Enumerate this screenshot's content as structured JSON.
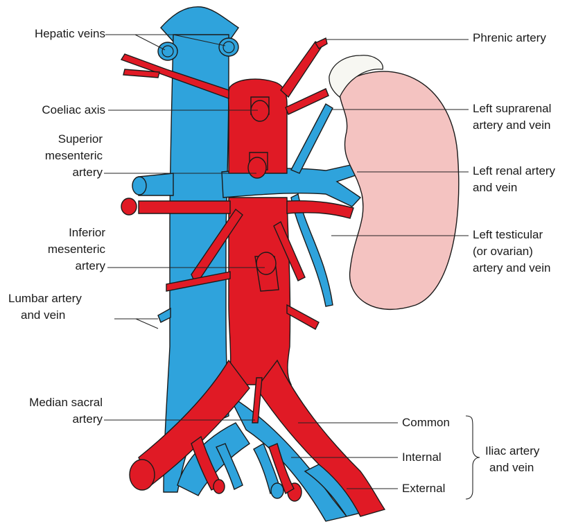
{
  "colors": {
    "vein": "#2fa3dc",
    "artery": "#e01a25",
    "kidney": "#f4c3c1",
    "adrenal": "#f7f7f2",
    "outline": "#1a1a1a"
  },
  "labels": {
    "hepatic_veins": "Hepatic veins",
    "coeliac_axis": "Coeliac axis",
    "superior_mesenteric_1": "Superior",
    "superior_mesenteric_2": "mesenteric",
    "superior_mesenteric_3": "artery",
    "inferior_mesenteric_1": "Inferior",
    "inferior_mesenteric_2": "mesenteric",
    "inferior_mesenteric_3": "artery",
    "lumbar_1": "Lumbar artery",
    "lumbar_2": "and vein",
    "median_sacral_1": "Median sacral",
    "median_sacral_2": "artery",
    "phrenic_artery": "Phrenic artery",
    "left_suprarenal_1": "Left suprarenal",
    "left_suprarenal_2": "artery and vein",
    "left_renal_1": "Left renal artery",
    "left_renal_2": "and vein",
    "left_testicular_1": "Left testicular",
    "left_testicular_2": "(or ovarian)",
    "left_testicular_3": "artery and vein",
    "common": "Common",
    "internal": "Internal",
    "external": "External",
    "iliac_1": "Iliac artery",
    "iliac_2": "and vein"
  }
}
